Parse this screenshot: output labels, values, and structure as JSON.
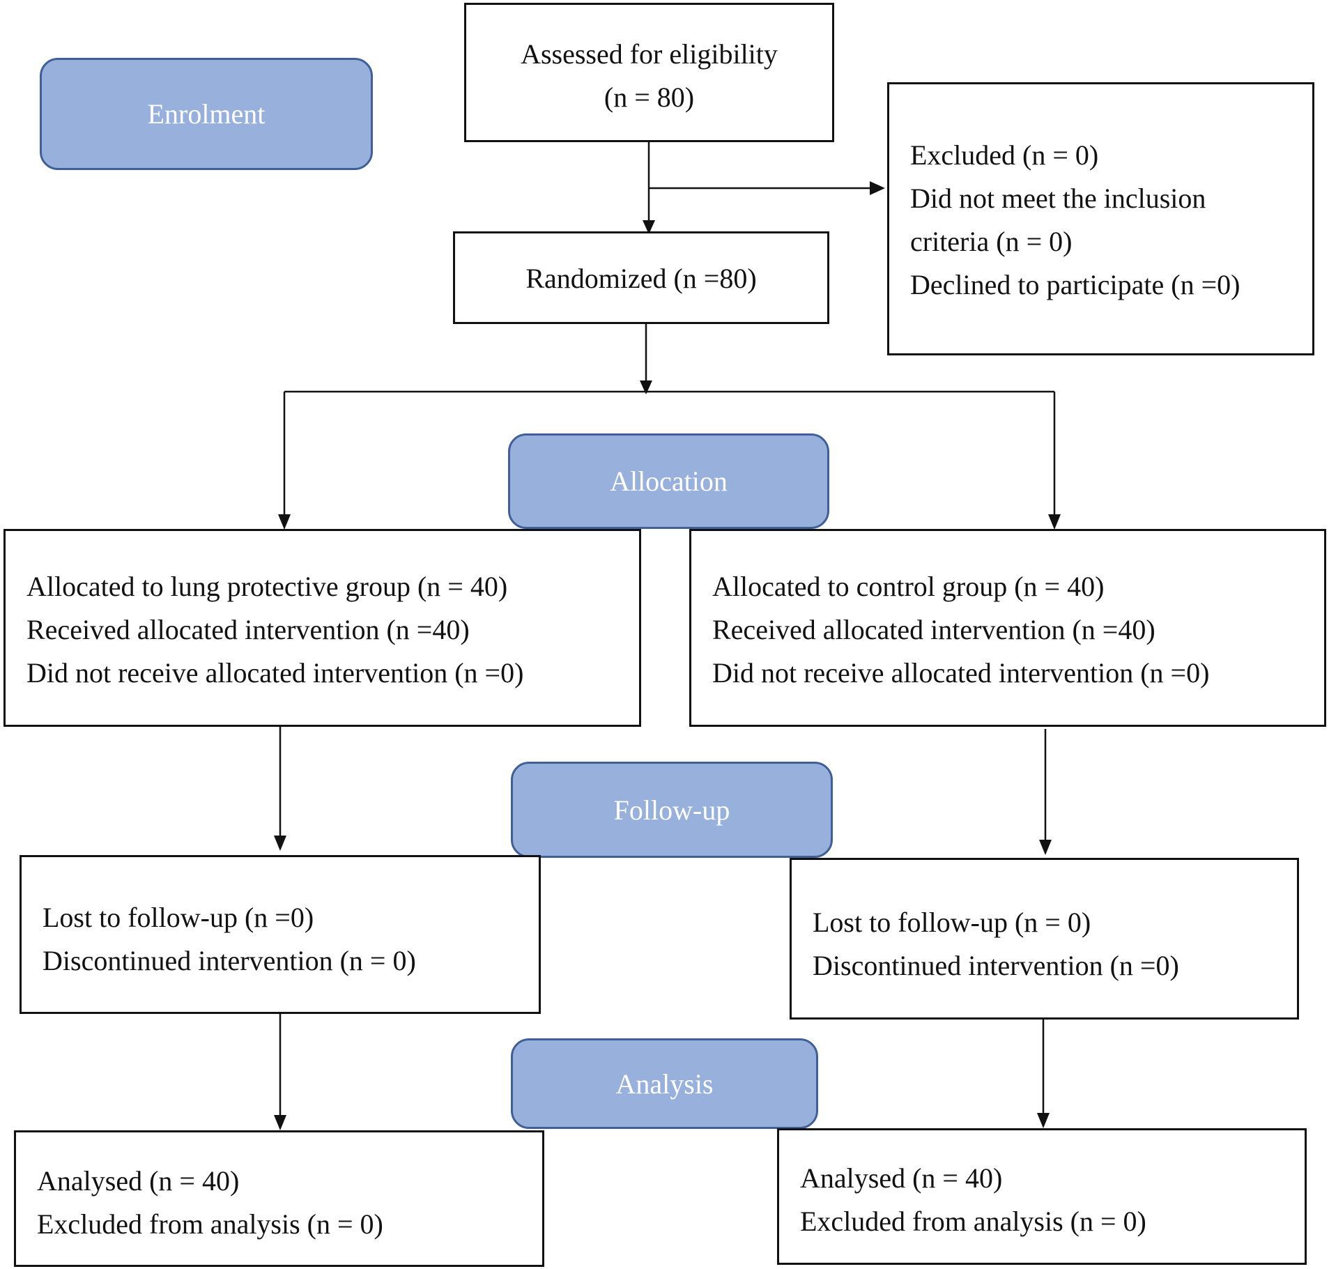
{
  "stages": {
    "enrolment": "Enrolment",
    "allocation": "Allocation",
    "follow_up": "Follow-up",
    "analysis": "Analysis"
  },
  "assessed": {
    "line1": "Assessed for eligibility",
    "line2": "(n = 80)"
  },
  "excluded": {
    "lines": [
      "Excluded (n = 0)",
      "Did not meet the inclusion",
      "criteria (n = 0)",
      "Declined to participate (n =0)"
    ]
  },
  "randomized": "Randomized (n =80)",
  "allocation": {
    "left": [
      "Allocated to lung protective group (n = 40)",
      "Received allocated intervention (n =40)",
      "Did not receive allocated intervention (n =0)"
    ],
    "right": [
      "Allocated to control group (n = 40)",
      "Received allocated intervention (n =40)",
      "Did not receive allocated intervention (n =0)"
    ]
  },
  "follow_up": {
    "left": [
      "Lost to follow-up (n =0)",
      "Discontinued intervention (n = 0)"
    ],
    "right": [
      "Lost to follow-up (n = 0)",
      "Discontinued intervention (n =0)"
    ]
  },
  "analysis": {
    "left": [
      "Analysed (n = 40)",
      "Excluded from analysis (n = 0)"
    ],
    "right": [
      "Analysed (n = 40)",
      "Excluded from analysis (n = 0)"
    ]
  },
  "colors": {
    "stage_fill": "#97b0dc",
    "stage_border": "#3f5f96",
    "stage_text": "#ffffff",
    "line": "#111111"
  }
}
